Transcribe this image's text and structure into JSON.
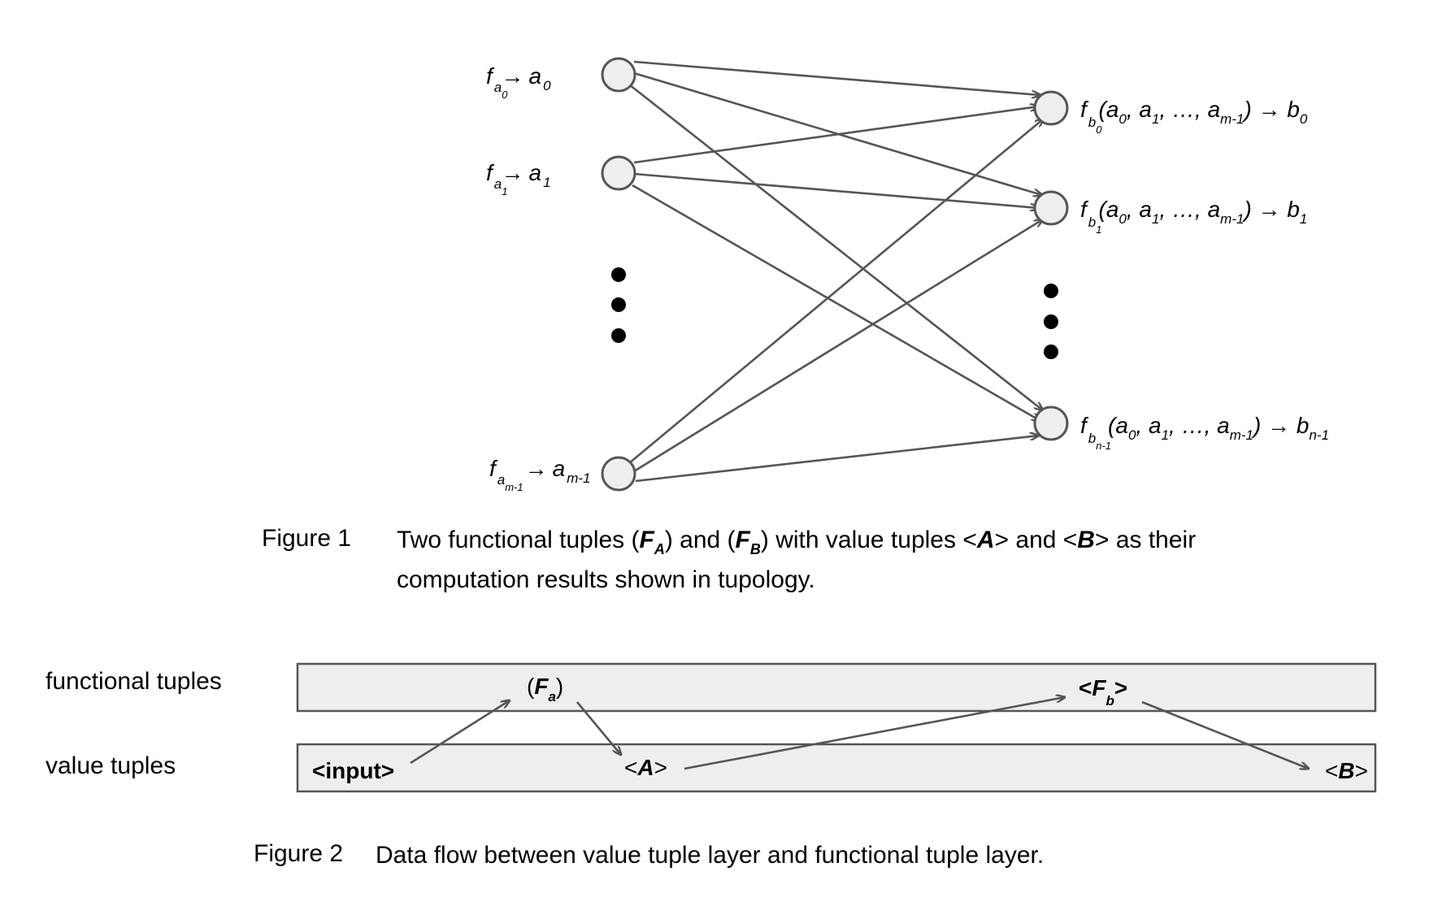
{
  "figure1": {
    "left_nodes": [
      {
        "f": "f",
        "f_sub": "a",
        "f_subsub": "0",
        "arrow": "→",
        "out": "a",
        "out_sub": "0"
      },
      {
        "f": "f",
        "f_sub": "a",
        "f_subsub": "1",
        "arrow": "→",
        "out": "a",
        "out_sub": "1"
      },
      {
        "f": "f",
        "f_sub": "a",
        "f_subsub": "m-1",
        "arrow": "→",
        "out": "a",
        "out_sub": "m-1"
      }
    ],
    "right_nodes": [
      {
        "f": "f",
        "f_sub": "b",
        "f_subsub": "0",
        "args": [
          "a",
          "0",
          "a",
          "1",
          "…, ",
          "a",
          "m-1"
        ],
        "out": "b",
        "out_sub": "0"
      },
      {
        "f": "f",
        "f_sub": "b",
        "f_subsub": "1",
        "args": [
          "a",
          "0",
          "a",
          "1",
          "…, ",
          "a",
          "m-1"
        ],
        "out": "b",
        "out_sub": "1"
      },
      {
        "f": "f",
        "f_sub": "b",
        "f_subsub": "n-1",
        "args": [
          "a",
          "0",
          "a",
          "1",
          "…, ",
          "a",
          "m-1"
        ],
        "out": "b",
        "out_sub": "n-1"
      }
    ],
    "caption_number": "Figure 1",
    "caption": {
      "p1": "Two functional tuples (",
      "FA": "F",
      "FA_sub": "A",
      "p2": ") and (",
      "FB": "F",
      "FB_sub": "B",
      "p3": ") with value tuples <",
      "A": "A",
      "p4": "> and <",
      "B": "B",
      "p5": "> as their",
      "line2": "computation results shown in tupology."
    }
  },
  "figure2": {
    "row_labels": {
      "top": "functional tuples",
      "bottom": "value tuples"
    },
    "items": {
      "Fa": {
        "open": "(",
        "F": "F",
        "sub": "a",
        "close": ")"
      },
      "Fb": {
        "open": "<",
        "F": "F",
        "sub": "b",
        "close": ">"
      },
      "input": "<input>",
      "A": {
        "open": "<",
        "v": "A",
        "close": ">"
      },
      "B": {
        "open": "<",
        "v": "B",
        "close": ">"
      }
    },
    "caption_number": "Figure 2",
    "caption": "Data flow between value tuple layer and functional tuple layer."
  }
}
